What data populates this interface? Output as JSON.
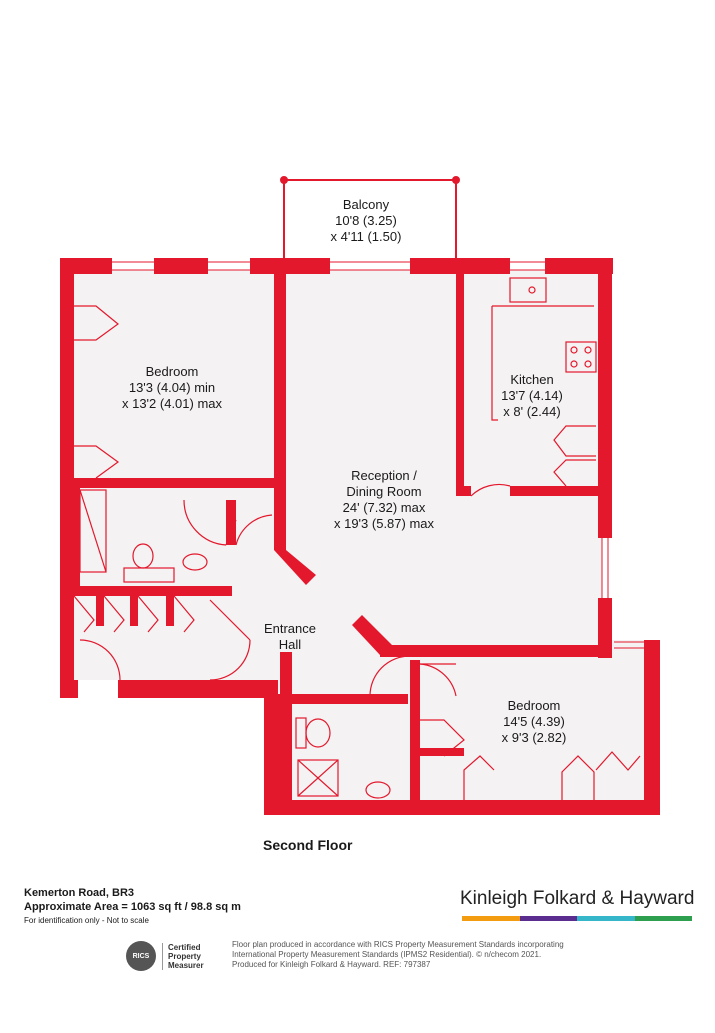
{
  "rooms": {
    "balcony": {
      "name": "Balcony",
      "dim1": "10'8 (3.25)",
      "dim2": "x 4'11 (1.50)"
    },
    "bedroom1": {
      "name": "Bedroom",
      "dim1": "13'3 (4.04) min",
      "dim2": "x 13'2 (4.01) max"
    },
    "kitchen": {
      "name": "Kitchen",
      "dim1": "13'7 (4.14)",
      "dim2": "x 8' (2.44)"
    },
    "reception": {
      "name1": "Reception /",
      "name2": "Dining Room",
      "dim1": "24' (7.32) max",
      "dim2": "x 19'3 (5.87) max"
    },
    "hall": {
      "name1": "Entrance",
      "name2": "Hall"
    },
    "bedroom2": {
      "name": "Bedroom",
      "dim1": "14'5 (4.39)",
      "dim2": "x 9'3 (2.82)"
    }
  },
  "floor_label": "Second Floor",
  "footer": {
    "address": "Kemerton Road, BR3",
    "area": "Approximate Area = 1063 sq ft / 98.8 sq m",
    "note": "For identification only - Not to scale",
    "brand": "Kinleigh Folkard & Hayward",
    "brand_colors": [
      "#f39c12",
      "#5b2d8e",
      "#35b6c9",
      "#2e9e4f"
    ],
    "rics_logo": "RICS",
    "rics_line1": "Certified",
    "rics_line2": "Property",
    "rics_line3": "Measurer",
    "disclaimer1": "Floor plan produced in accordance with RICS Property Measurement Standards incorporating",
    "disclaimer2": "International Property Measurement Standards (IPMS2 Residential).  © n/checom 2021.",
    "disclaimer3": "Produced for Kinleigh Folkard & Hayward.   REF: 797387"
  },
  "colors": {
    "wall": "#e3182d",
    "floor": "#f4f2f2",
    "fixture": "#e3182d"
  }
}
